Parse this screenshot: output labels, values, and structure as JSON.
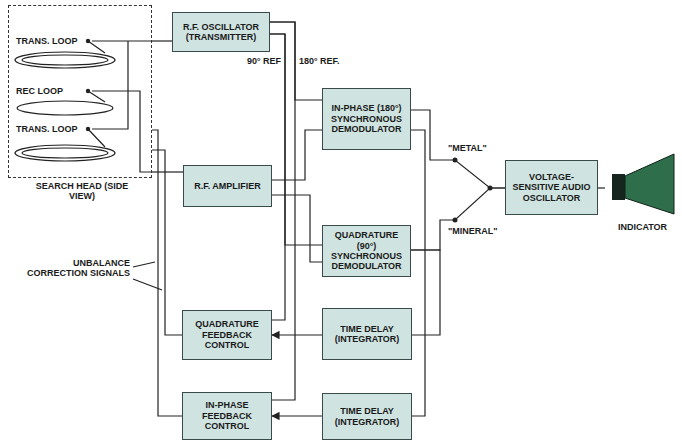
{
  "diagram": {
    "nodes": [
      {
        "text": [
          "SEARCH HEAD (SIDE VIEW)"
        ]
      },
      {
        "text": [
          "R.F. OSCILLATOR (TRANSMITTER)"
        ]
      },
      {
        "text": [
          "IN-PHASE (180°) SYNCHRONOUS DEMODULATOR"
        ]
      },
      {
        "text": [
          "R.F. AMPLIFIER"
        ]
      },
      {
        "text": [
          "QUADRATURE (90°) SYNCHRONOUS DEMODULATOR"
        ]
      },
      {
        "text": [
          "QUADRATURE FEEDBACK CONTROL"
        ]
      },
      {
        "text": [
          "TIME DELAY (INTEGRATOR)"
        ]
      },
      {
        "text": [
          "IN-PHASE FEEDBACK CONTROL"
        ]
      },
      {
        "text": [
          "TIME DELAY (INTEGRATOR)"
        ]
      },
      {
        "text": [
          "VOLTAGE-SENSITIVE AUDIO OSCILLATOR"
        ]
      },
      {
        "text": [
          "INDICATOR"
        ]
      }
    ],
    "edges": [
      {
        "from": 1,
        "to": 0,
        "arrow": "none"
      },
      {
        "from": 0,
        "to": 3,
        "arrow": "none"
      },
      {
        "from": 1,
        "to": 2,
        "arrow": "none"
      },
      {
        "from": 1,
        "to": 4,
        "arrow": "none"
      },
      {
        "from": 3,
        "to": 2,
        "arrow": "none"
      },
      {
        "from": 3,
        "to": 4,
        "arrow": "none"
      },
      {
        "from": 1,
        "to": 5,
        "arrow": "none"
      },
      {
        "from": 1,
        "to": 7,
        "arrow": "none"
      },
      {
        "from": 2,
        "to": 9,
        "arrow": "none"
      },
      {
        "from": 4,
        "to": 9,
        "arrow": "none"
      },
      {
        "from": 4,
        "to": 6,
        "arrow": "none"
      },
      {
        "from": 6,
        "to": 5,
        "arrow": "to"
      },
      {
        "from": 2,
        "to": 8,
        "arrow": "none"
      },
      {
        "from": 8,
        "to": 7,
        "arrow": "to"
      },
      {
        "from": 5,
        "to": 0,
        "arrow": "none"
      },
      {
        "from": 7,
        "to": 0,
        "arrow": "none"
      },
      {
        "from": 9,
        "to": 10,
        "arrow": "none"
      }
    ],
    "labels": [
      "TRANS. LOOP",
      "REC LOOP",
      "TRANS. LOOP",
      "90° REF",
      "180° REF.",
      "UNBALANCE CORRECTION SIGNALS",
      "\"METAL\"",
      "\"MINERAL\""
    ]
  }
}
